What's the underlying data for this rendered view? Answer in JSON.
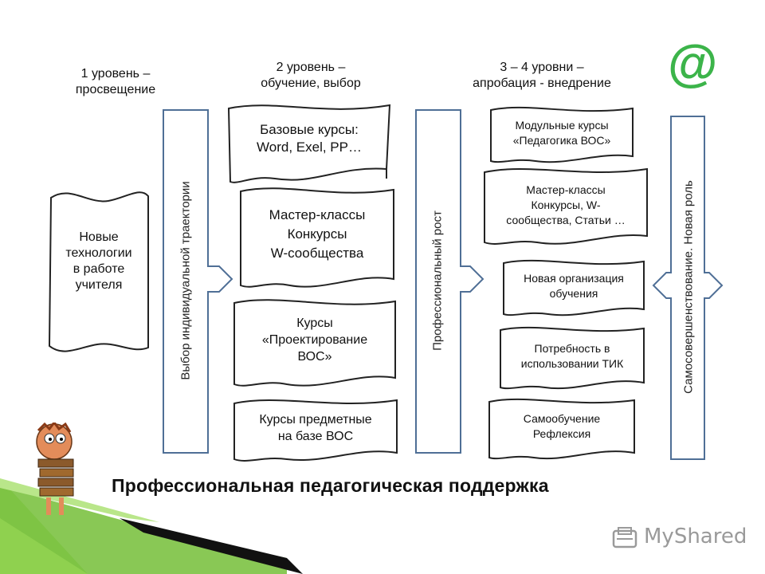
{
  "levels": {
    "l1": "1 уровень –\nпросвещение",
    "l2": "2 уровень –\nобучение, выбор",
    "l34": "3 – 4 уровни –\nапробация - внедрение"
  },
  "left_doc": "Новые\nтехнологии\nв работе\nучителя",
  "mid_docs": [
    "Базовые курсы:\nWord, Exel, PP…",
    "Мастер-классы\nКонкурсы\nW-сообщества",
    "Курсы\n«Проектирование\nВОС»",
    "Курсы предметные\nна базе ВОС"
  ],
  "right_docs": [
    "Модульные курсы\n«Педагогика ВОС»",
    "Мастер-классы\nКонкурсы, W-\nсообщества, Статьи …",
    "Новая организация\nобучения",
    "Потребность в\nиспользовании ТИК",
    "Самообучение\nРефлексия"
  ],
  "arrows": {
    "a1": "Выбор индивидуальной траектории",
    "a2": "Профессиональный рост",
    "a3": "Самосовершенствование. Новая роль"
  },
  "footer": "Профессиональная педагогическая поддержка",
  "brand": "MyShared",
  "at_sign": "@",
  "colors": {
    "accent_green": "#3cb44a",
    "arrow_stroke": "#4f6f96"
  }
}
